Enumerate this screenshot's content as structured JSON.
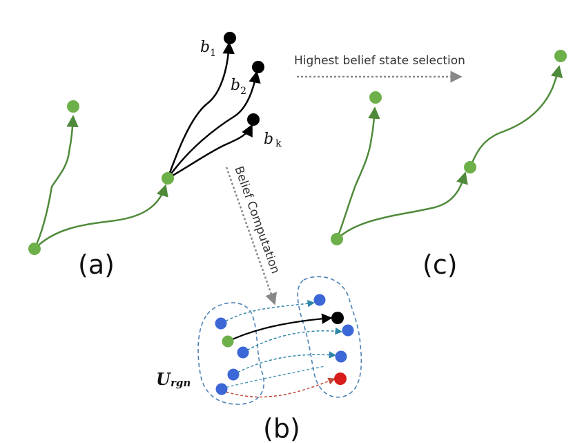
{
  "panels": {
    "a": {
      "label": "(a)"
    },
    "b": {
      "label": "(b)"
    },
    "c": {
      "label": "(c)"
    }
  },
  "beliefs": {
    "b1": {
      "base": "b",
      "sub": "1"
    },
    "b2": {
      "base": "b",
      "sub": "2"
    },
    "bk": {
      "base": "b",
      "sub": "k"
    }
  },
  "arrows": {
    "selection": "Highest belief state selection",
    "belief_computation": "Belief Computation"
  },
  "region": {
    "base": "U",
    "sub": "rgn"
  },
  "colors": {
    "path_green": "#4f8a3a",
    "node_green": "#6db04a",
    "belief_black": "#000000",
    "particle_blue": "#3c67d6",
    "particle_red": "#d81c1c",
    "dashed_blue": "#4d80b5",
    "dashed_red": "#c24a3a",
    "dotted_gray": "#888888"
  }
}
